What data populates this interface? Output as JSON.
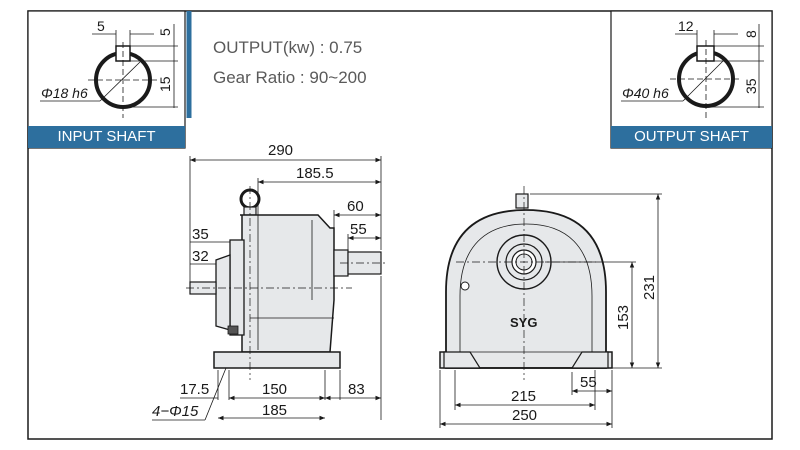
{
  "specs": {
    "output": "OUTPUT(kw) : 0.75",
    "gear_ratio": "Gear Ratio : 90~200"
  },
  "input_shaft": {
    "label": "INPUT SHAFT",
    "keyway_width": "5",
    "keyway_depth": "5",
    "height": "15",
    "diameter": "Φ18 h6"
  },
  "output_shaft": {
    "label": "OUTPUT SHAFT",
    "keyway_width": "12",
    "keyway_depth": "8",
    "height": "35",
    "diameter": "Φ40 h6"
  },
  "side_view": {
    "overall_length": "290",
    "to_flange": "185.5",
    "shaft_len_60": "60",
    "shaft_len_55": "55",
    "input_35": "35",
    "input_32": "32",
    "offset_17_5": "17.5",
    "base_150": "150",
    "base_83": "83",
    "base_185": "185",
    "holes": "4−Φ15"
  },
  "front_view": {
    "brand": "SYG",
    "height_231": "231",
    "height_153": "153",
    "width_215": "215",
    "width_55": "55",
    "width_250": "250"
  },
  "colors": {
    "housing": "#e6e8ea",
    "outline": "#1a1a1a",
    "accent_blue": "#2d6f9e"
  }
}
